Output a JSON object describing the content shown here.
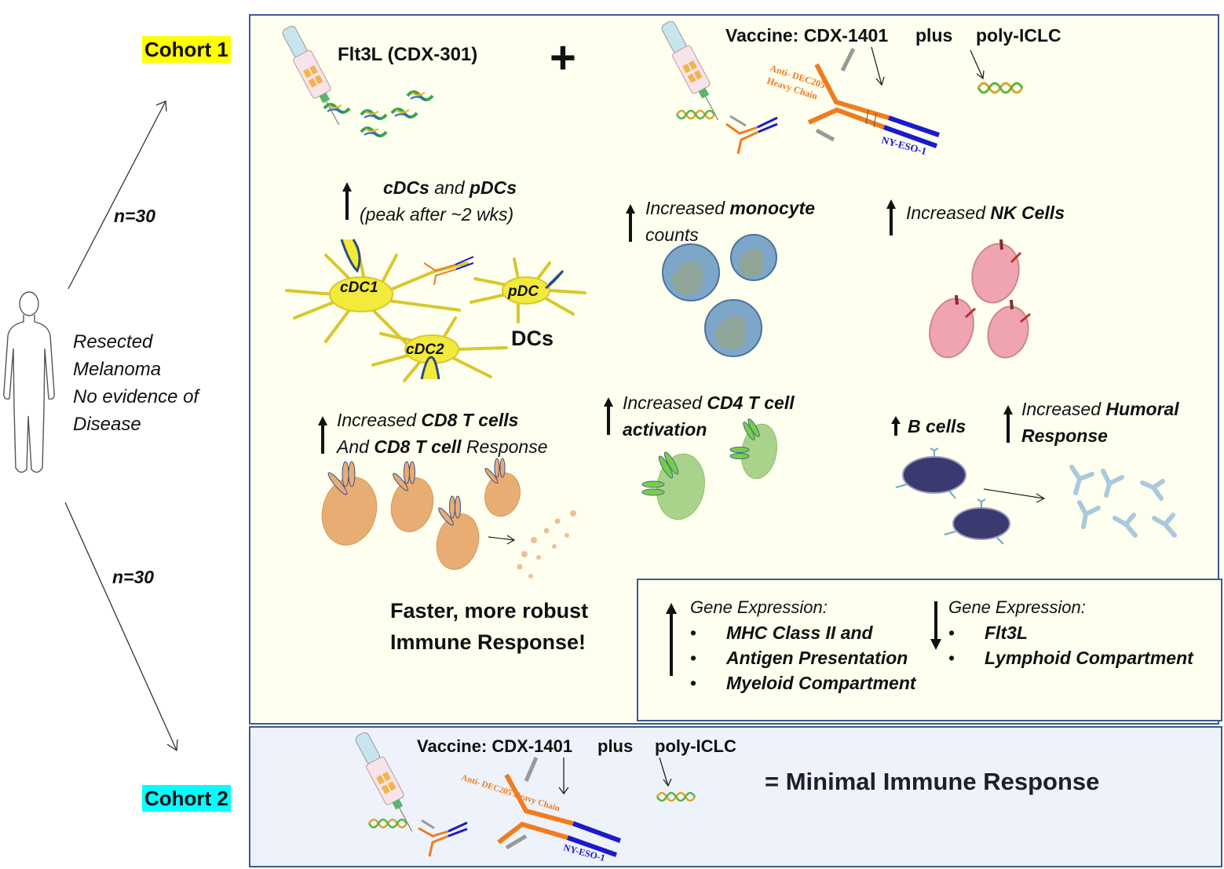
{
  "cohort1": {
    "label": "Cohort 1",
    "highlight_color": "#ffff00",
    "n_label": "n=30"
  },
  "cohort2": {
    "label": "Cohort 2",
    "highlight_color": "#00ffff",
    "n_label": "n=30",
    "vaccine_label": "Vaccine: CDX-1401",
    "plus_label": "plus",
    "adjuvant_label": "poly-ICLC",
    "antibody_label": "Anti- DEC205 Heavy Chain",
    "antigen_label": "NY-ESO-1",
    "result": "= Minimal Immune Response"
  },
  "patient": {
    "lines": [
      "Resected",
      "Melanoma",
      "No evidence of",
      "Disease"
    ]
  },
  "treatment": {
    "flt3l_label": "Flt3L (CDX-301)",
    "plus_symbol": "+",
    "vaccine_label": "Vaccine: CDX-1401",
    "plus_label": "plus",
    "adjuvant_label": "poly-ICLC",
    "antibody_label_line1": "Anti- DEC205",
    "antibody_label_line2": "Heavy Chain",
    "antigen_label": "NY-ESO-1"
  },
  "effects": {
    "dcs": {
      "bold1": "cDCs",
      "mid": " and ",
      "bold2": "pDCs",
      "sub": "(peak after ~2 wks)",
      "cdc1": "cDC1",
      "cdc2": "cDC2",
      "pdc": "pDC",
      "caption": "DCs"
    },
    "monocytes": {
      "pre": "Increased ",
      "bold": "monocyte",
      "line2": "counts"
    },
    "nk": {
      "pre": "Increased ",
      "bold": "NK Cells"
    },
    "cd8": {
      "pre": "Increased ",
      "bold1": "CD8 T cells",
      "line2_pre": "And ",
      "bold2": "CD8 T cell",
      "line2_post": " Response"
    },
    "cd4": {
      "pre": "Increased ",
      "bold1": "CD4 T cell",
      "bold2": "activation"
    },
    "bcells": {
      "bold": "B cells"
    },
    "humoral": {
      "pre": "Increased ",
      "bold1": "Humoral",
      "bold2": "Response"
    }
  },
  "summary": {
    "line1": "Faster, more robust",
    "line2": "Immune Response!"
  },
  "gene_expression": {
    "up": {
      "title": "Gene Expression:",
      "direction": "up",
      "items": [
        "MHC Class II and",
        "Antigen Presentation",
        "Myeloid Compartment"
      ]
    },
    "down": {
      "title": "Gene Expression:",
      "direction": "down",
      "items": [
        "Flt3L",
        "Lymphoid Compartment"
      ]
    }
  },
  "colors": {
    "panel_border": "#3b5b8f",
    "panel1_bg": "#fffff0",
    "panel2_bg": "#eef2fb",
    "antibody_orange": "#f07c1e",
    "antigen_blue": "#1a1acd",
    "dc_yellow": "#f2ea3c",
    "monocyte_blue": "#6e98bf",
    "nk_pink": "#f0a3b0",
    "cd8_orange": "#e8ad73",
    "cd4_green": "#a9d38a",
    "bcell_purple": "#3b3a70"
  }
}
